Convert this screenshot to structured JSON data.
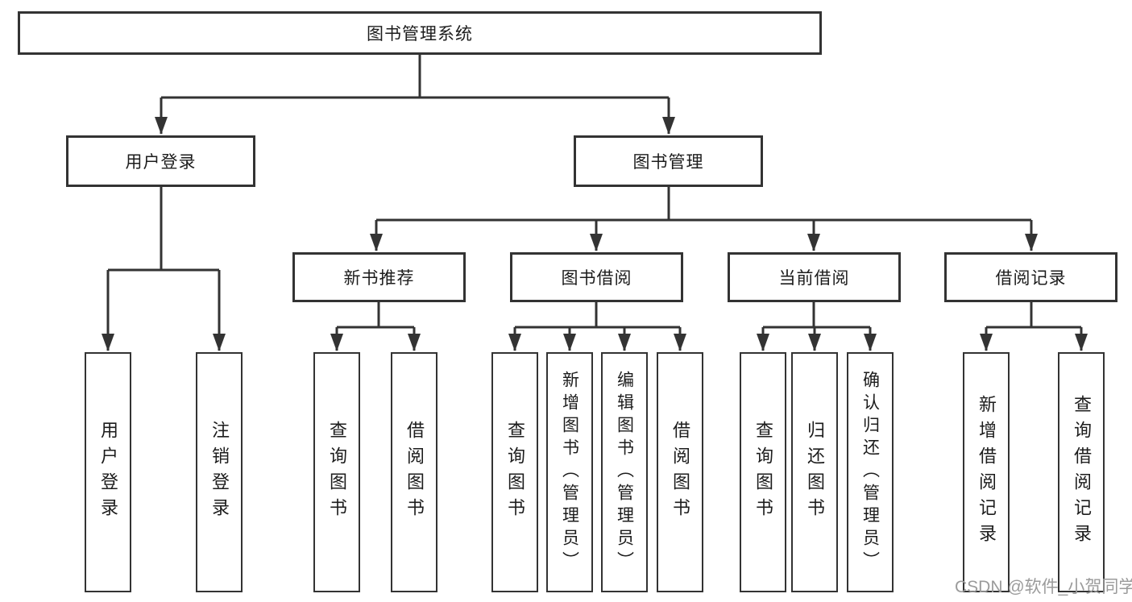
{
  "diagram": {
    "root": {
      "label": "图书管理系统"
    },
    "branches": [
      {
        "label": "用户登录",
        "children": [
          {
            "label": "用户登录"
          },
          {
            "label": "注销登录"
          }
        ]
      },
      {
        "label": "图书管理",
        "children": [
          {
            "label": "新书推荐",
            "children": [
              {
                "label": "查询图书"
              },
              {
                "label": "借阅图书"
              }
            ]
          },
          {
            "label": "图书借阅",
            "children": [
              {
                "label": "查询图书"
              },
              {
                "label": "新增图书（管理员）"
              },
              {
                "label": "编辑图书（管理员）"
              },
              {
                "label": "借阅图书"
              }
            ]
          },
          {
            "label": "当前借阅",
            "children": [
              {
                "label": "查询图书"
              },
              {
                "label": "归还图书"
              },
              {
                "label": "确认归还（管理员）"
              }
            ]
          },
          {
            "label": "借阅记录",
            "children": [
              {
                "label": "新增借阅记录"
              },
              {
                "label": "查询借阅记录"
              }
            ]
          }
        ]
      }
    ]
  },
  "watermark": {
    "text": "CSDN @软件_小贺同学"
  },
  "colors": {
    "line": "#333333",
    "box_border": "#333333",
    "text": "#1c1c1c",
    "watermark": "#9b9b9b",
    "background": "#ffffff"
  }
}
